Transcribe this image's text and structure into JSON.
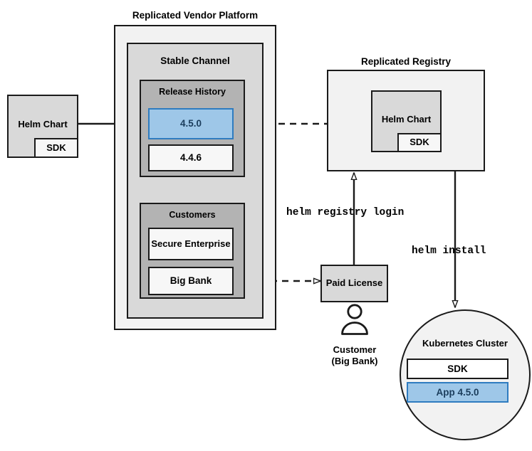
{
  "diagram": {
    "type": "architecture-flow-diagram",
    "background": "#ffffff",
    "colors": {
      "accent_blue_fill": "#9ec7e8",
      "accent_blue_border": "#2f7cc0",
      "accent_blue_text": "#1b3d5c",
      "panel_light": "#f2f2f2",
      "panel_mid": "#d9d9d9",
      "panel_dark": "#b3b3b3",
      "stroke": "#1a1a1a"
    },
    "titles": {
      "vendor_platform": "Replicated Vendor Platform",
      "replicated_registry": "Replicated Registry"
    },
    "vendor_platform": {
      "stable_channel": {
        "label": "Stable Channel",
        "release_history": {
          "label": "Release History",
          "releases": [
            {
              "version": "4.5.0",
              "highlighted": true
            },
            {
              "version": "4.4.6",
              "highlighted": false
            }
          ]
        },
        "customers": {
          "label": "Customers",
          "entries": [
            {
              "name": "Secure Enterprise"
            },
            {
              "name": "Big Bank"
            }
          ]
        }
      }
    },
    "source_chart": {
      "label": "Helm Chart",
      "sub_label": "SDK"
    },
    "registry_chart": {
      "label": "Helm Chart",
      "sub_label": "SDK"
    },
    "paid_license": {
      "label": "Paid License"
    },
    "customer_actor": {
      "icon": "person-icon",
      "label_line1": "Customer",
      "label_line2": "(Big Bank)"
    },
    "cluster": {
      "label": "Kubernetes Cluster",
      "components": [
        {
          "name": "SDK",
          "highlighted": false
        },
        {
          "name": "App 4.5.0",
          "highlighted": true
        }
      ]
    },
    "commands": {
      "registry_login": "helm registry login",
      "install": "helm install"
    },
    "edges": [
      {
        "from": "source-helm-chart",
        "to": "release-4-5-0",
        "style": "solid",
        "arrow": "filled"
      },
      {
        "from": "release-4-5-0",
        "to": "registry-helm-chart",
        "style": "dashed",
        "arrow": "open"
      },
      {
        "from": "customer-big-bank",
        "to": "paid-license",
        "style": "dashed",
        "arrow": "open"
      },
      {
        "from": "paid-license",
        "to": "replicated-registry",
        "style": "solid",
        "arrow": "open",
        "label": "helm registry login"
      },
      {
        "from": "replicated-registry",
        "to": "kubernetes-cluster",
        "style": "solid",
        "arrow": "open",
        "label": "helm install"
      }
    ]
  }
}
